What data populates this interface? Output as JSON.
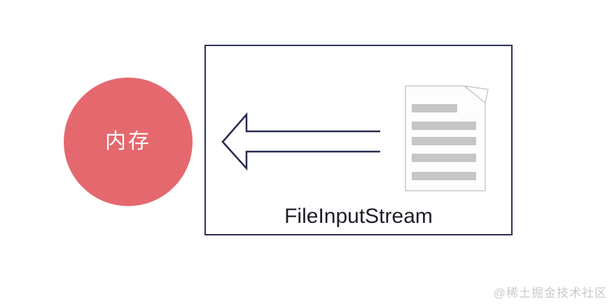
{
  "page": {
    "background_color": "#ffffff"
  },
  "diagram": {
    "memory_node": {
      "label": "内存",
      "fill_color": "#e5686e",
      "label_color": "#ffffff"
    },
    "stream_box": {
      "label": "FileInputStream",
      "border_color": "#2b2f55",
      "label_color": "#1e1e28"
    },
    "flow_arrow": {
      "direction": "left",
      "stroke_color": "#272b4e"
    },
    "file_icon": {
      "page_fill": "#fdfdfd",
      "outline_color": "#c9c9c9",
      "text_line_color": "#c6c6c6",
      "text_line_count": 5
    }
  },
  "watermark": {
    "text": "@稀土掘金技术社区",
    "color": "#c9cacb"
  }
}
